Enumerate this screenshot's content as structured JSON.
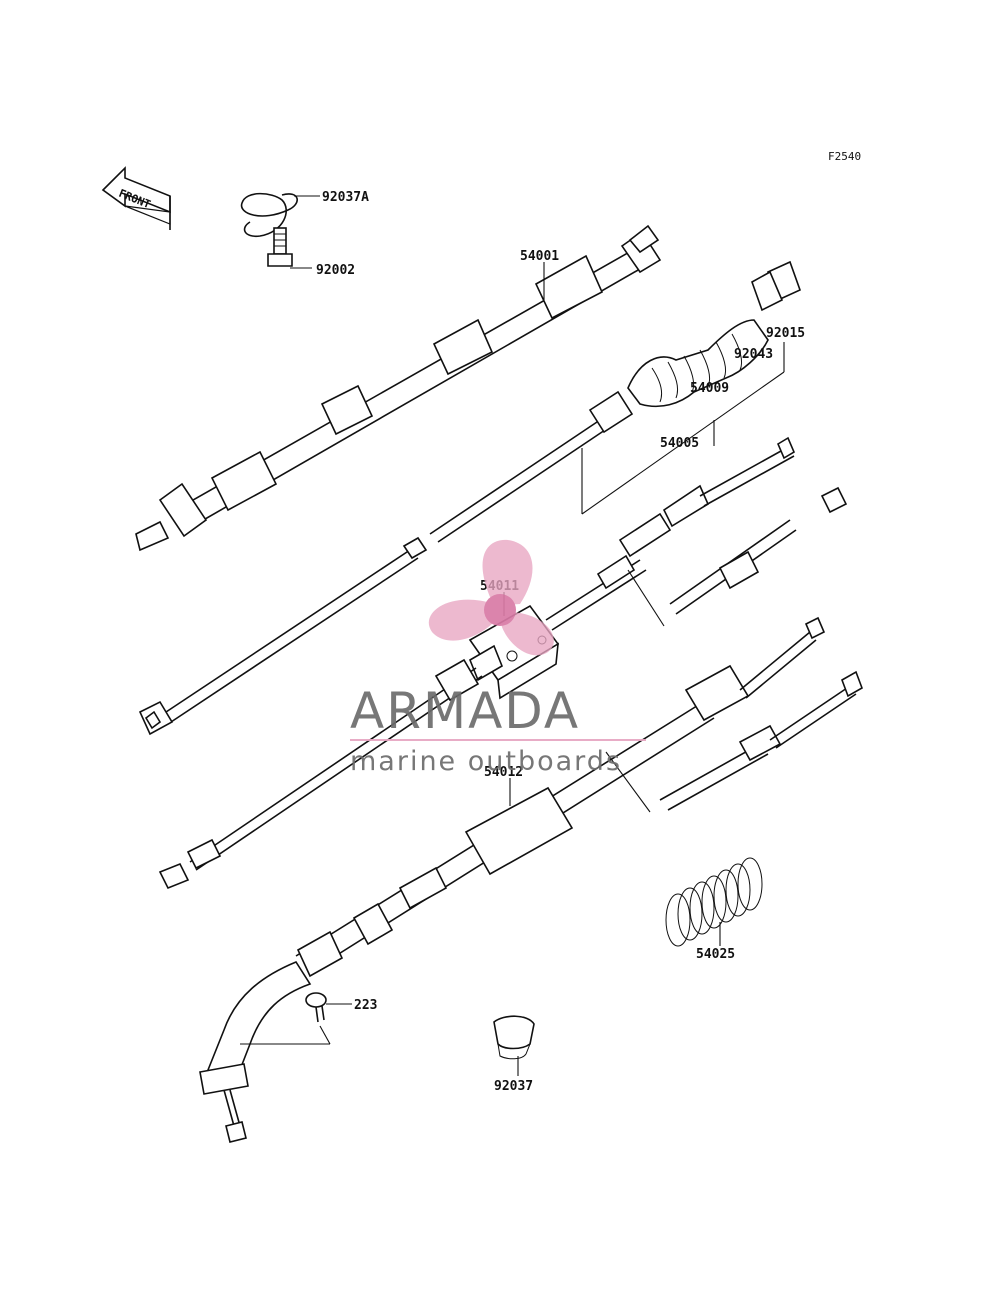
{
  "figure_code": "F2540",
  "front_arrow": "FRONT",
  "watermark": {
    "brand": "ARMADA",
    "tagline": "marine outboards",
    "logo_color": "#e7a6c2",
    "text_color": "#6c6c6c"
  },
  "part_labels": {
    "p92037A": "92037A",
    "p92002": "92002",
    "p54001": "54001",
    "p92015": "92015",
    "p92043": "92043",
    "p54009": "54009",
    "p54005": "54005",
    "p54011": "54011",
    "p54012": "54012",
    "p54025": "54025",
    "p223": "223",
    "p92037": "92037"
  }
}
